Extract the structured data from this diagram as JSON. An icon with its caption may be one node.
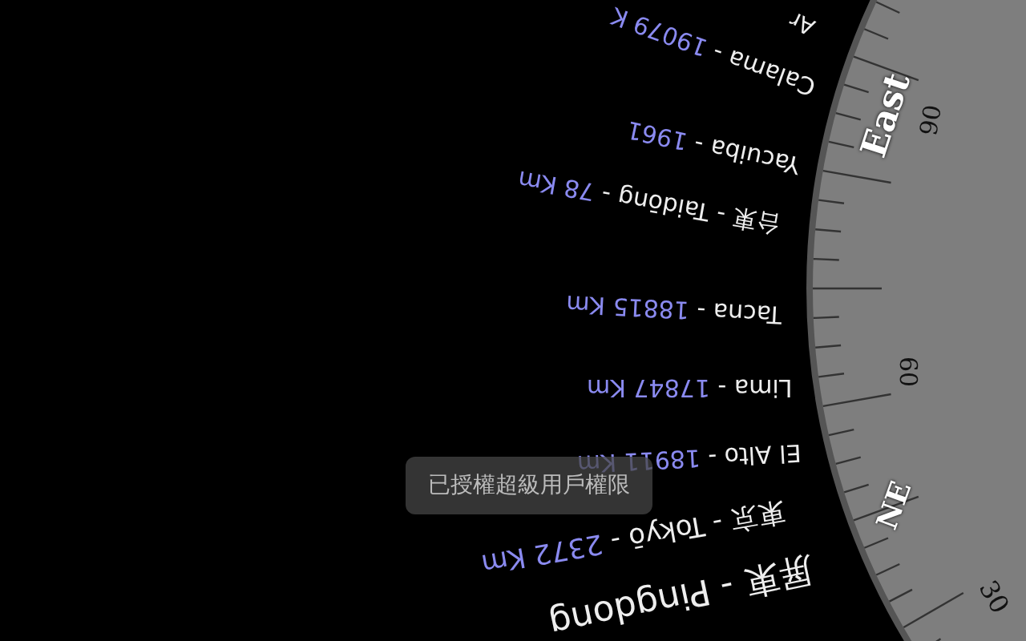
{
  "diagram": {
    "labels": [
      "Ar",
      "Calama - 19079 K",
      "Yacuiba - 1961",
      "台東 - Taidōng - 78 Km",
      "Tacna - 18815 Km",
      "Lima - 17847 Km",
      "El Alto - 18911 Km",
      "已授權超級用戶權限",
      "東京 - Tokyō - 2372 Km",
      "屏東 - Pingdong",
      "East",
      "90",
      "60",
      "NE",
      "30"
    ]
  }
}
